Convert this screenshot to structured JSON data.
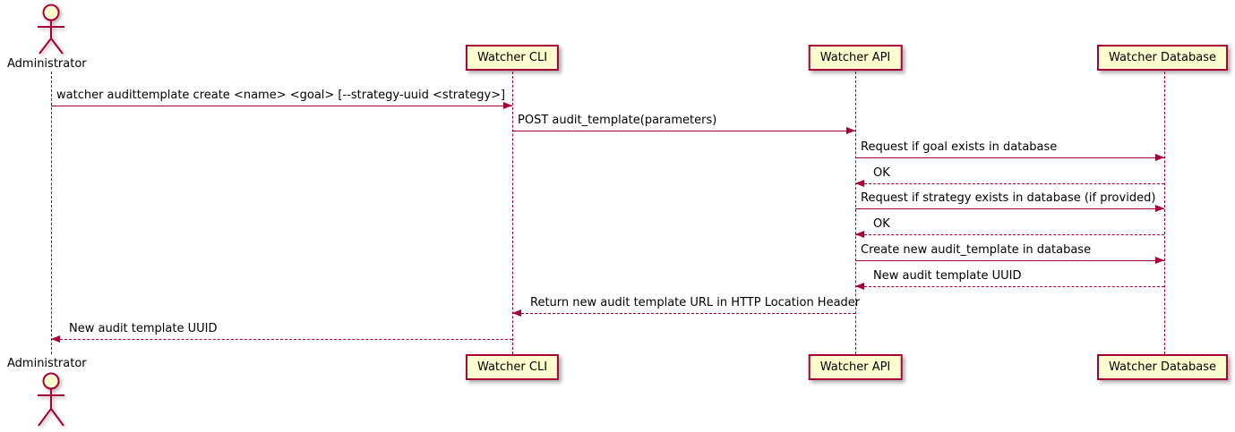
{
  "diagram": {
    "type": "uml-sequence-diagram",
    "actor": {
      "name": "Administrator"
    },
    "participants": [
      {
        "name": "Watcher CLI"
      },
      {
        "name": "Watcher API"
      },
      {
        "name": "Watcher Database"
      }
    ],
    "messages": [
      {
        "from": "Administrator",
        "to": "Watcher CLI",
        "label": "watcher audittemplate create <name> <goal> [--strategy-uuid <strategy>]",
        "line": "solid",
        "direction": "right"
      },
      {
        "from": "Watcher CLI",
        "to": "Watcher API",
        "label": "POST audit_template(parameters)",
        "line": "solid",
        "direction": "right"
      },
      {
        "from": "Watcher API",
        "to": "Watcher Database",
        "label": "Request if goal exists in database",
        "line": "solid",
        "direction": "right"
      },
      {
        "from": "Watcher Database",
        "to": "Watcher API",
        "label": "OK",
        "line": "dashed",
        "direction": "left"
      },
      {
        "from": "Watcher API",
        "to": "Watcher Database",
        "label": "Request if strategy exists in database (if provided)",
        "line": "solid",
        "direction": "right"
      },
      {
        "from": "Watcher Database",
        "to": "Watcher API",
        "label": "OK",
        "line": "dashed",
        "direction": "left"
      },
      {
        "from": "Watcher API",
        "to": "Watcher Database",
        "label": "Create new audit_template in database",
        "line": "solid",
        "direction": "right"
      },
      {
        "from": "Watcher Database",
        "to": "Watcher API",
        "label": "New audit template UUID",
        "line": "dashed",
        "direction": "left"
      },
      {
        "from": "Watcher API",
        "to": "Watcher CLI",
        "label": "Return new audit template URL in HTTP Location Header",
        "line": "dashed",
        "direction": "left"
      },
      {
        "from": "Watcher CLI",
        "to": "Administrator",
        "label": "New audit template UUID",
        "line": "dashed",
        "direction": "left"
      }
    ],
    "colors": {
      "border": "#A80036",
      "fill": "#FEFECE",
      "text": "#000000",
      "background": "#FFFFFF"
    }
  }
}
